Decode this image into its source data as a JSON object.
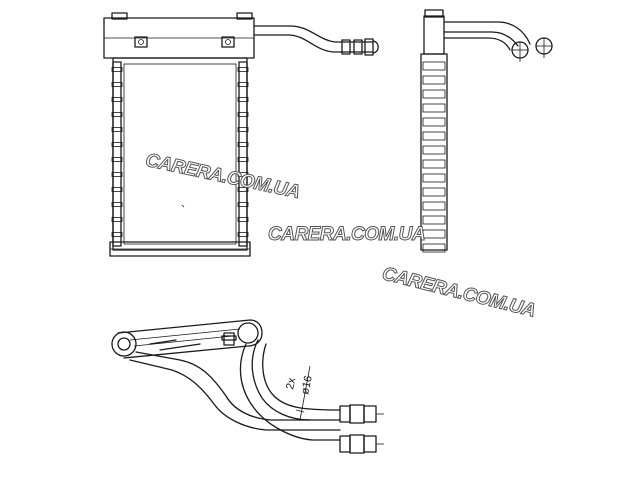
{
  "watermarks": [
    "CARERA.COM.UA",
    "CARERA.COM.UA",
    "CARERA.COM.UA"
  ],
  "dimension": {
    "count": "2x",
    "diameter": "ø16"
  },
  "colors": {
    "line": "#1a1a1a",
    "background": "#ffffff",
    "watermark_outline": "#555555"
  }
}
